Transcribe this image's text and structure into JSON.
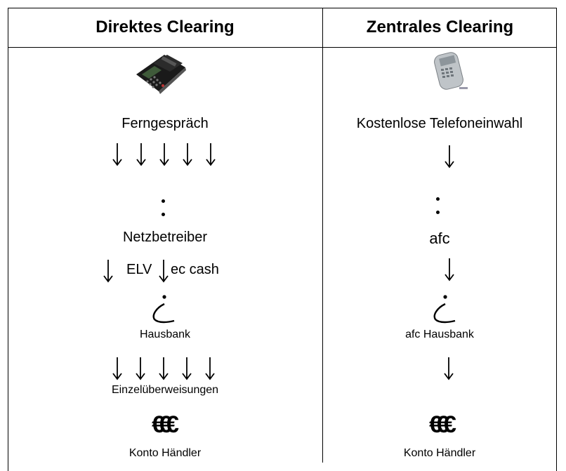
{
  "left": {
    "header": "Direktes Clearing",
    "device_icon": "card-terminal-with-printer-icon",
    "connection": "Ferngespräch",
    "operator": "Netzbetreiber",
    "branch_elv": "ELV",
    "branch_ec": "ec cash",
    "bank": "Hausbank",
    "transfers": "Einzelüberweisungen",
    "currency": "€€€",
    "account": "Konto Händler"
  },
  "right": {
    "header": "Zentrales Clearing",
    "device_icon": "card-terminal-handheld-icon",
    "connection": "Kostenlose Telefoneinwahl",
    "operator": "afc",
    "bank": "afc Hausbank",
    "currency": "€€€",
    "account": "Konto Händler"
  },
  "colors": {
    "line": "#000000",
    "background": "#ffffff"
  }
}
